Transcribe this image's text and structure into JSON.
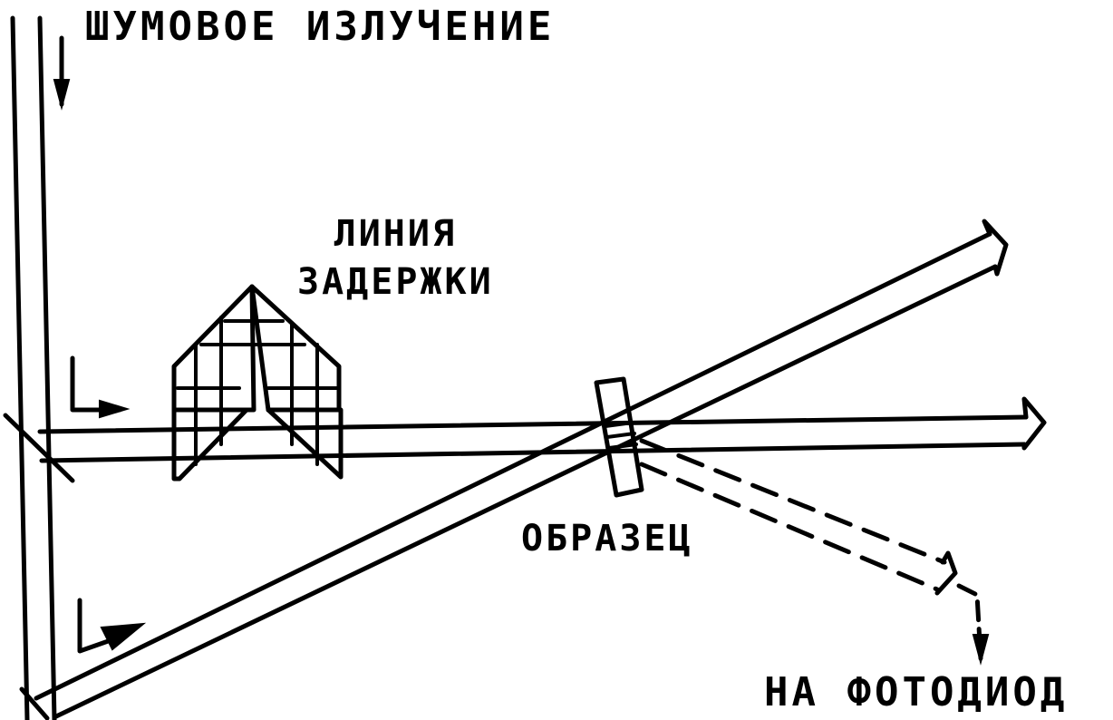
{
  "labels": {
    "noise_radiation": "ШУМОВОЕ ИЗЛУЧЕНИЕ",
    "delay_line_1": "ЛИНИЯ",
    "delay_line_2": "ЗАДЕРЖКИ",
    "sample": "ОБРАЗЕЦ",
    "to_photodiode": "НА ФОТОДИОД"
  }
}
